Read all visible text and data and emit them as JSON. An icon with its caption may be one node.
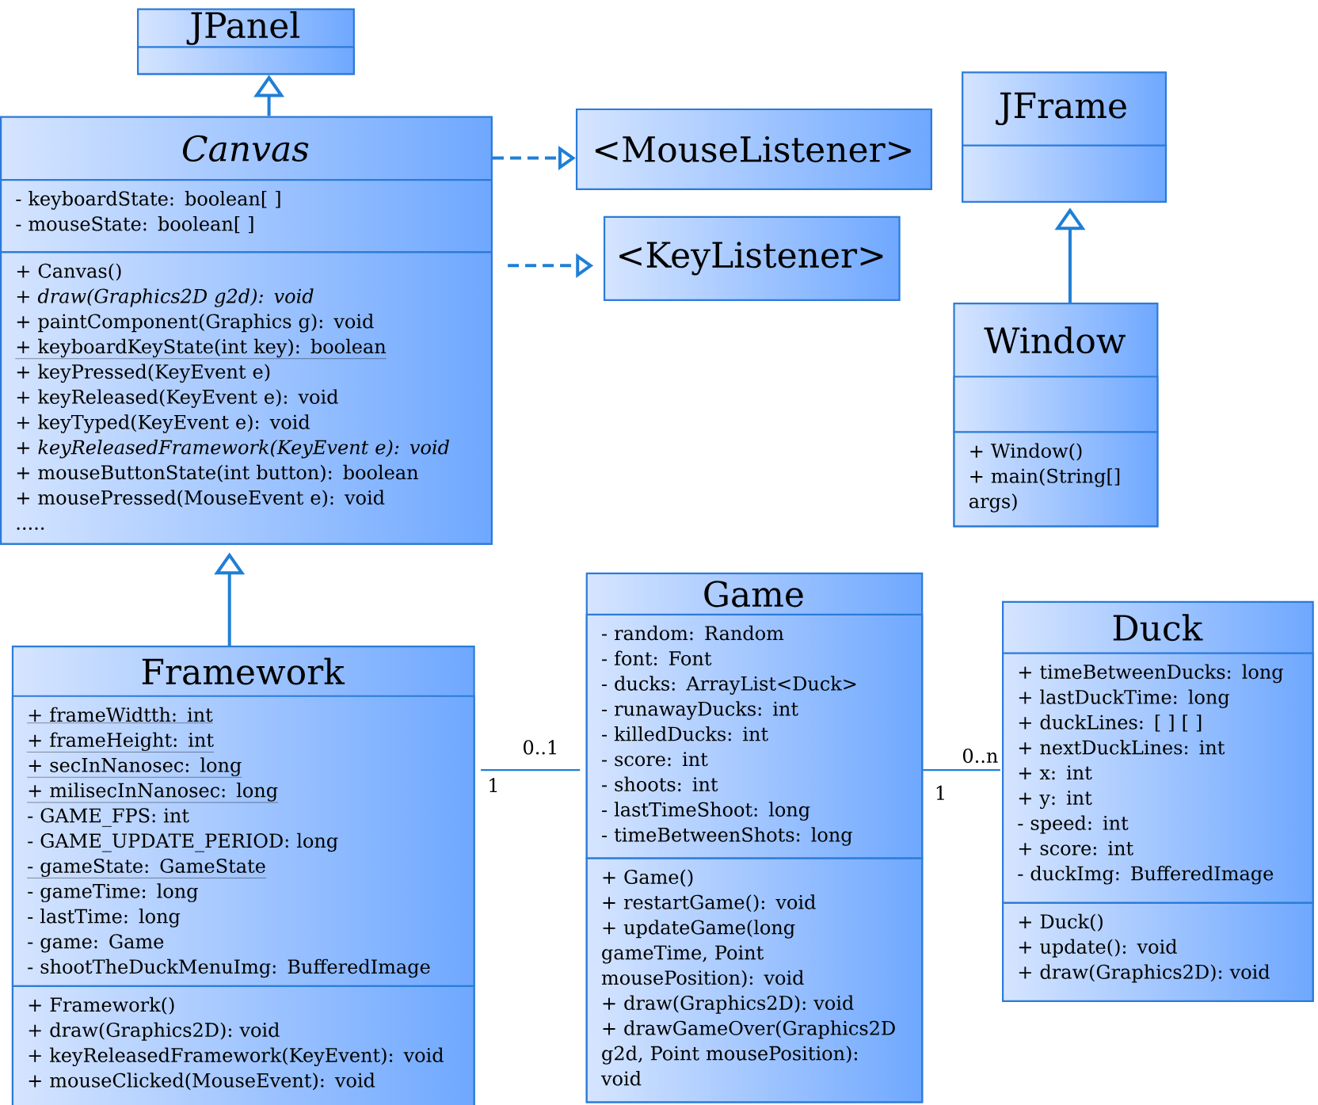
{
  "diagram": {
    "nodes": [
      {
        "text": [
          "JPanel"
        ]
      },
      {
        "text": [],
        "shape": "box",
        "in": 0
      },
      {
        "text": [
          "Canvas"
        ]
      },
      {
        "text": [
          "- keyboardState: boolean[ ]",
          "- mouseState: boolean[ ]"
        ],
        "in": 2
      },
      {
        "text": [
          "+ Canvas()",
          "+ *draw(Graphics2D g2d): void*",
          "+ paintComponent(Graphics g): void",
          "+ keyboardKeyState(int key): boolean",
          "+ keyPressed(KeyEvent e)",
          "+ keyReleased(KeyEvent e): void",
          "+ keyTyped(KeyEvent e): void",
          "+ *keyReleasedFramework(KeyEvent e): void*",
          "+ mouseButtonState(int button): boolean",
          "+ mousePressed(MouseEvent e): void",
          "....."
        ],
        "in": 2
      },
      {
        "text": [
          "<MouseListener>"
        ]
      },
      {
        "text": [
          "<KeyListener>"
        ]
      },
      {
        "text": [
          "JFrame"
        ]
      },
      {
        "text": [],
        "shape": "box",
        "in": 7
      },
      {
        "text": [
          "Window"
        ]
      },
      {
        "text": [],
        "shape": "box",
        "in": 9
      },
      {
        "text": [
          "+ Window()",
          "+ main(String[] args)"
        ],
        "in": 9
      },
      {
        "text": [
          "Framework"
        ]
      },
      {
        "text": [
          "+ frameWidtth: int",
          "+ frameHeight: int",
          "+ secInNanosec: long",
          "+ milisecInNanosec: long",
          "- GAME_FPS: int",
          "- GAME_UPDATE_PERIOD: long",
          "- gameState: GameState",
          "- gameTime: long",
          "- lastTime: long",
          "- game: Game",
          "- shootTheDuckMenuImg: BufferedImage"
        ],
        "in": 12
      },
      {
        "text": [
          "+ Framework()",
          "+ draw(Graphics2D): void",
          "+ keyReleasedFramework(KeyEvent): void",
          "+ mouseClicked(MouseEvent): void"
        ],
        "in": 12
      },
      {
        "text": [
          "Game"
        ]
      },
      {
        "text": [
          "- random: Random",
          "- font: Font",
          "- ducks: ArrayList<Duck>",
          "- runawayDucks: int",
          "- killedDucks: int",
          "- score: int",
          "- shoots: int",
          "- lastTimeShoot: long",
          "- timeBetweenShots: long"
        ],
        "in": 15
      },
      {
        "text": [
          "+ Game()",
          "+ restartGame(): void",
          "+ updateGame(long gameTime, Point mousePosition): void",
          "+ draw(Graphics2D): void",
          "+ drawGameOver(Graphics2D g2d, Point mousePosition): void"
        ],
        "in": 15
      },
      {
        "text": [
          "Duck"
        ]
      },
      {
        "text": [
          "+ timeBetweenDucks: long",
          "+ lastDuckTime: long",
          "+ duckLines: [ ] [ ]",
          "+ nextDuckLines: int",
          "+ x: int",
          "+ y: int",
          "- speed: int",
          "+ score: int",
          "- duckImg: BufferedImage"
        ],
        "in": 18
      },
      {
        "text": [
          "+ Duck()",
          "+ update(): void",
          "+ draw(Graphics2D): void"
        ],
        "in": 18
      }
    ],
    "edges": [
      {
        "from": 2,
        "to": 0,
        "arrow": "to"
      },
      {
        "from": 2,
        "to": 5,
        "arrow": "to",
        "style": "dashed"
      },
      {
        "from": 2,
        "to": 6,
        "arrow": "to",
        "style": "dashed"
      },
      {
        "from": 9,
        "to": 7,
        "arrow": "to"
      },
      {
        "from": 12,
        "to": 2,
        "arrow": "to"
      },
      {
        "from": 12,
        "to": 15,
        "arrow": "none"
      },
      {
        "from": 15,
        "to": 18,
        "arrow": "none"
      }
    ],
    "labels": [
      "0..1",
      "1",
      "0..n",
      "1"
    ]
  }
}
